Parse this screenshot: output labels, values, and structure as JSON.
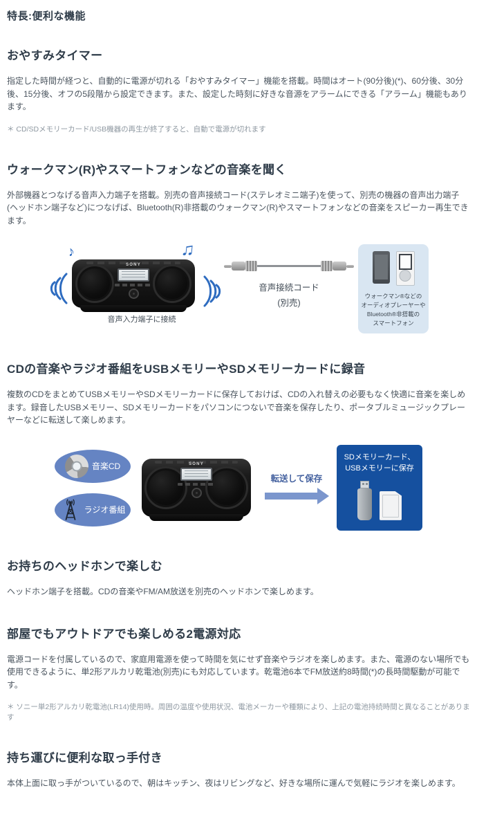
{
  "page": {
    "title": "特長:便利な機能"
  },
  "sections": {
    "sleep_timer": {
      "heading": "おやすみタイマー",
      "body": "指定した時間が経つと、自動的に電源が切れる「おやすみタイマー」機能を搭載。時間はオート(90分後)(*)、60分後、30分後、15分後、オフの5段階から設定できます。また、設定した時刻に好きな音源をアラームにできる「アラーム」機能もあります。",
      "note": "＊ CD/SDメモリーカード/USB機器の再生が終了すると、自動で電源が切れます"
    },
    "audio_in": {
      "heading": "ウォークマン(R)やスマートフォンなどの音楽を聞く",
      "body": "外部機器とつなげる音声入力端子を搭載。別売の音声接続コード(ステレオミニ端子)を使って、別売の機器の音声出力端子(ヘッドホン端子など)につなげば、Bluetooth(R)非搭載のウォークマン(R)やスマートフォンなどの音楽をスピーカー再生できます。"
    },
    "recording": {
      "heading": "CDの音楽やラジオ番組をUSBメモリーやSDメモリーカードに録音",
      "body": "複数のCDをまとめてUSBメモリーやSDメモリーカードに保存しておけば、CDの入れ替えの必要もなく快適に音楽を楽しめます。録音したUSBメモリー、SDメモリーカードをパソコンにつないで音楽を保存したり、ポータブルミュージックプレーヤーなどに転送して楽しめます。"
    },
    "headphones": {
      "heading": "お持ちのヘッドホンで楽しむ",
      "body": "ヘッドホン端子を搭載。CDの音楽やFM/AM放送を別売のヘッドホンで楽しめます。"
    },
    "power": {
      "heading": "部屋でもアウトドアでも楽しめる2電源対応",
      "body": "電源コードを付属しているので、家庭用電源を使って時間を気にせず音楽やラジオを楽しめます。また、電源のない場所でも使用できるように、単2形アルカリ乾電池(別売)にも対応しています。乾電池6本でFM放送約8時間(*)の長時間駆動が可能です。",
      "note": "＊ ソニー単2形アルカリ乾電池(LR14)使用時。周囲の温度や使用状況、電池メーカーや種類により、上記の電池持続時間と異なることがあります"
    },
    "handle": {
      "heading": "持ち運びに便利な取っ手付き",
      "body": "本体上面に取っ手がついているので、朝はキッチン、夜はリビングなど、好きな場所に運んで気軽にラジオを楽しめます。"
    }
  },
  "figures": {
    "audio_in": {
      "brand": "SONY",
      "caption": "音声入力端子に接続",
      "cable_label": "音声接続コード",
      "cable_sublabel": "(別売)",
      "panel_lines": [
        "ウォークマン®などの",
        "オーディオプレーヤーや",
        "Bluetooth®非搭載の",
        "スマートフォン"
      ]
    },
    "recording": {
      "brand": "SONY",
      "source_cd": "音楽CD",
      "source_radio": "ラジオ番組",
      "arrow_label": "転送して保存",
      "box_lines": [
        "SDメモリーカード、",
        "USBメモリーに保存"
      ]
    }
  },
  "colors": {
    "heading_text": "#2f3c49",
    "body_text": "#4a545e",
    "note_text": "#8d97a0",
    "accent_blue": "#2e6cc0",
    "ellipse_blue": "#6584c3",
    "arrow_blue": "#7b96cd",
    "deep_blue_box": "#15509f",
    "light_blue_panel": "#d9e6f2"
  }
}
